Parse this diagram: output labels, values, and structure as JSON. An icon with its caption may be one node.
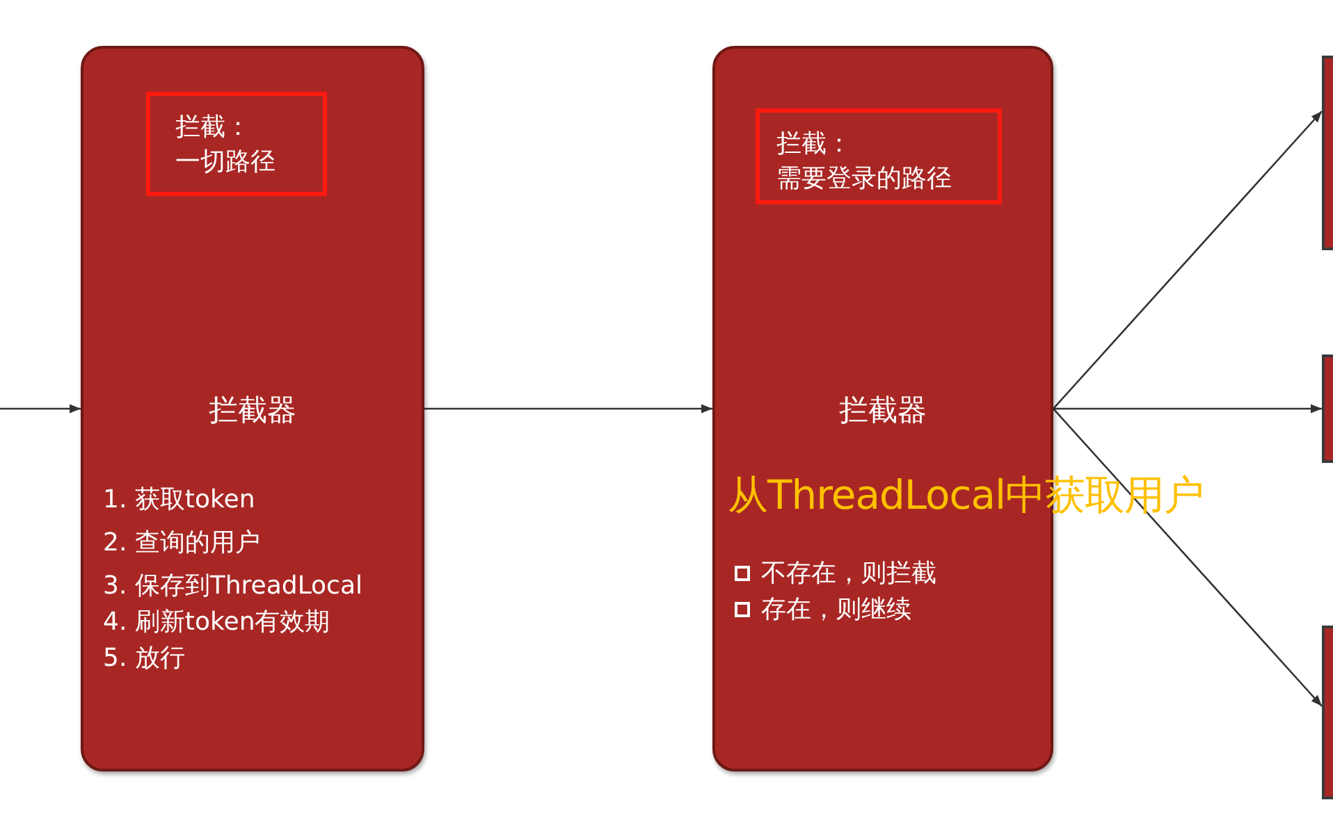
{
  "diagram": {
    "nodes": [
      {
        "text": [
          "拦截器",
          "1. 获取token",
          "2. 查询的用户",
          "3. 保存到ThreadLocal",
          "4. 刷新token有效期",
          "5. 放行"
        ]
      },
      {
        "text": [
          "拦截：",
          "一切路径"
        ],
        "in": 0
      },
      {
        "text": [
          "拦截器",
          "从ThreadLocal中获取用户",
          "不存在，则拦截",
          "存在，则继续"
        ]
      },
      {
        "text": [
          "拦截：",
          "需要登录的路径"
        ],
        "in": 2
      },
      {
        "text": [],
        "shape": "box"
      },
      {
        "text": [],
        "shape": "box"
      },
      {
        "text": [],
        "shape": "box"
      }
    ],
    "edges": [
      {
        "from": null,
        "to": 0,
        "arrow": "to"
      },
      {
        "from": 0,
        "to": 2,
        "arrow": "to"
      },
      {
        "from": 2,
        "to": 4,
        "arrow": "to"
      },
      {
        "from": 2,
        "to": 5,
        "arrow": "to"
      },
      {
        "from": 2,
        "to": 6,
        "arrow": "to"
      }
    ]
  }
}
